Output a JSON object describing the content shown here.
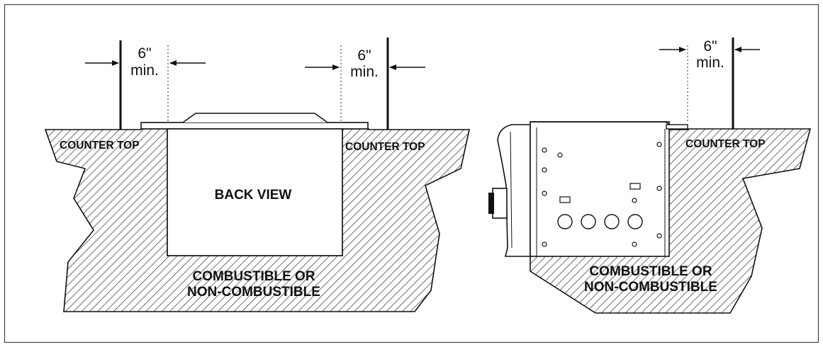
{
  "left_diagram": {
    "clearance_left": {
      "value": "6\"",
      "unit": "min."
    },
    "clearance_right": {
      "value": "6\"",
      "unit": "min."
    },
    "counter_left_label": "COUNTER TOP",
    "counter_right_label": "COUNTER TOP",
    "view_label": "BACK VIEW",
    "material_line1": "COMBUSTIBLE OR",
    "material_line2": "NON-COMBUSTIBLE"
  },
  "right_diagram": {
    "clearance": {
      "value": "6\"",
      "unit": "min."
    },
    "counter_label": "COUNTER TOP",
    "material_line1": "COMBUSTIBLE OR",
    "material_line2": "NON-COMBUSTIBLE"
  }
}
